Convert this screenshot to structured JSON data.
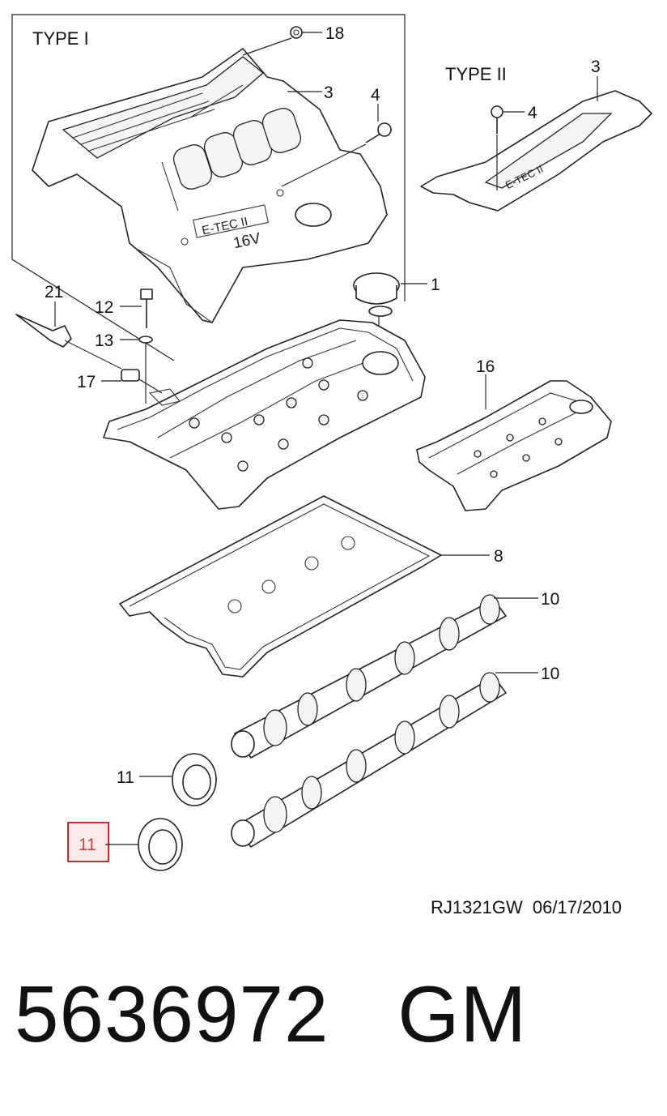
{
  "diagram": {
    "type_labels": {
      "type1": "TYPE I",
      "type2": "TYPE II"
    },
    "callouts": {
      "c18": "18",
      "c3a": "3",
      "c4a": "4",
      "c3b": "3",
      "c4b": "4",
      "c1": "1",
      "c21": "21",
      "c12": "12",
      "c13": "13",
      "c17": "17",
      "c16": "16",
      "c8": "8",
      "c10a": "10",
      "c10b": "10",
      "c11a": "11",
      "c11b": "11"
    },
    "highlighted_callout": "11",
    "engine_badge": {
      "line1": "E-TEC II",
      "line2": "16V"
    },
    "reference": "RJ1321GW  06/17/2010"
  },
  "footer": {
    "part_number": "5636972",
    "brand": "GM"
  }
}
